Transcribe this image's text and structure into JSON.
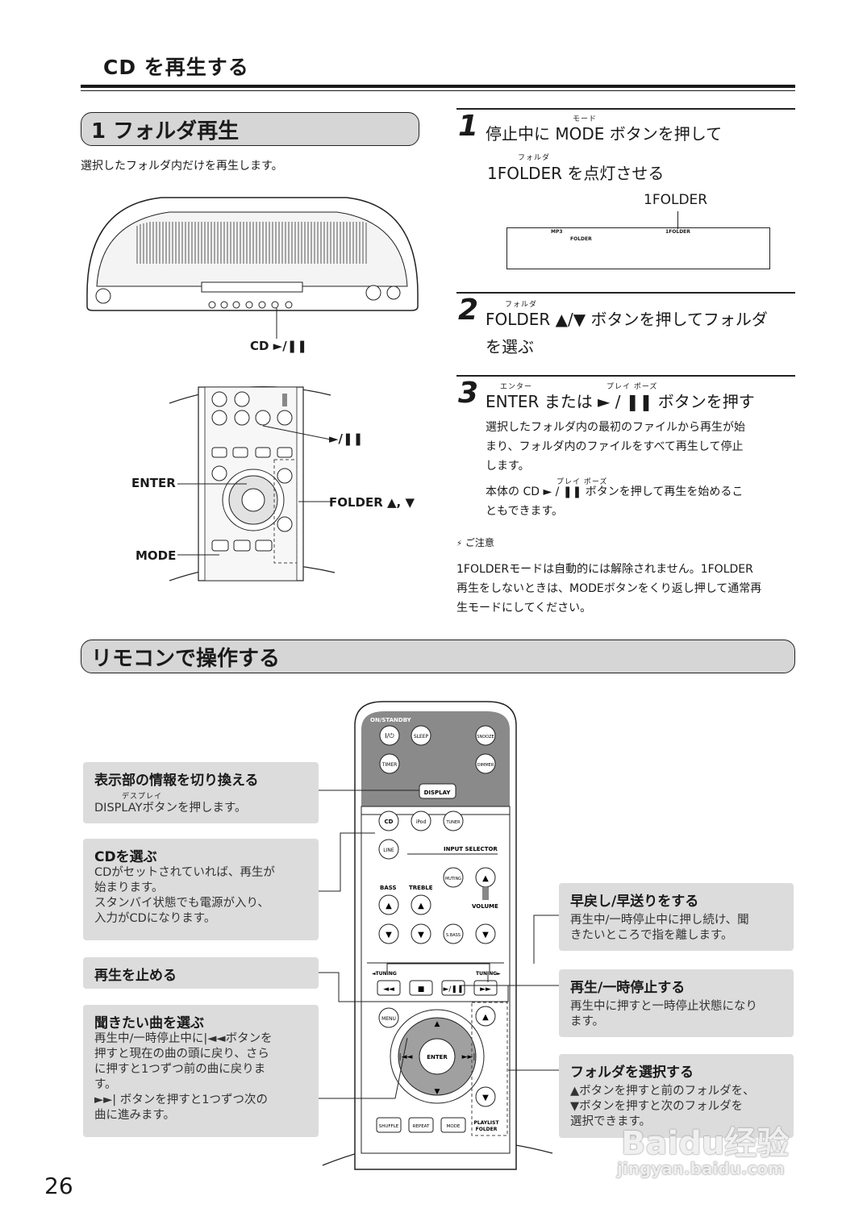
{
  "header": {
    "title": "CD を再生する"
  },
  "section1": {
    "title": "1 フォルダ再生",
    "intro": "選択したフォルダ内だけを再生します。",
    "unit_label": "CD ►/❚❚",
    "remote_labels": {
      "play": "►/❚❚",
      "enter": "ENTER",
      "folder": "FOLDER ▲, ▼",
      "mode": "MODE"
    }
  },
  "steps": [
    {
      "num": "1",
      "ruby1": "モード",
      "line1": "停止中に MODE ボタンを押して",
      "ruby2": "フォルダ",
      "line2": "1FOLDER を点灯させる",
      "display_callout": "1FOLDER",
      "display_mp3": "MP3",
      "display_folder": "FOLDER",
      "display_1folder": "1FOLDER"
    },
    {
      "num": "2",
      "ruby": "フォルダ",
      "line1": "FOLDER ▲/▼ ボタンを押してフォルダ",
      "line2": "を選ぶ"
    },
    {
      "num": "3",
      "ruby_enter": "エンター",
      "ruby_play": "プレイ ポーズ",
      "line1": "ENTER または ► / ❚❚ ボタンを押す",
      "para1_l1": "選択したフォルダ内の最初のファイルから再生が始",
      "para1_l2": "まり、フォルダ内のファイルをすべて再生して停止",
      "para1_l3": "します。",
      "ruby_play2": "プレイ ポーズ",
      "para2_l1": "本体の CD ► / ❚❚ ボタンを押して再生を始めるこ",
      "para2_l2": "ともできます。"
    }
  ],
  "note": {
    "label": "ご注意",
    "l1": "1FOLDERモードは自動的には解除されません。1FOLDER",
    "l2": "再生をしないときは、MODEボタンをくり返し押して通常再",
    "l3": "生モードにしてください。"
  },
  "section2": {
    "title": "リモコンで操作する"
  },
  "callouts": {
    "display": {
      "title": "表示部の情報を切り換える",
      "ruby": "デスプレイ",
      "text": "DISPLAYボタンを押します。"
    },
    "cd": {
      "title": "CDを選ぶ",
      "l1": "CDがセットされていれば、再生が",
      "l2": "始まります。",
      "l3": "スタンバイ状態でも電源が入り、",
      "l4": "入力がCDになります。"
    },
    "stop": {
      "title": "再生を止める"
    },
    "select": {
      "title": "聞きたい曲を選ぶ",
      "l1": "再生中/一時停止中に|◄◄ボタンを",
      "l2": "押すと現在の曲の頭に戻り、さら",
      "l3": "に押すと1つずつ前の曲に戻りま",
      "l4": "す。",
      "l5": "►►| ボタンを押すと1つずつ次の",
      "l6": "曲に進みます。"
    },
    "ff": {
      "title": "早戻し/早送りをする",
      "l1": "再生中/一時停止中に押し続け、聞",
      "l2": "きたいところで指を離します。"
    },
    "play": {
      "title": "再生/一時停止する",
      "l1": "再生中に押すと一時停止状態になり",
      "l2": "ます。"
    },
    "folder": {
      "title": "フォルダを選択する",
      "l1": "▲ボタンを押すと前のフォルダを、",
      "l2": "▼ボタンを押すと次のフォルダを",
      "l3": "選択できます。"
    }
  },
  "remote": {
    "on_standby": "ON/STANDBY",
    "power": "I/⏻",
    "sleep": "SLEEP",
    "snooze": "SNOOZE",
    "timer": "TIMER",
    "dimmer": "DIMMER",
    "display": "DISPLAY",
    "cd": "CD",
    "ipod": "iPod",
    "tuner": "TUNER",
    "line": "LINE",
    "input_selector": "INPUT SELECTOR",
    "muting": "MUTING",
    "bass": "BASS",
    "treble": "TREBLE",
    "volume": "VOLUME",
    "sbass": "S.BASS",
    "tuning_left": "◄TUNING",
    "tuning_right": "TUNING►",
    "menu": "MENU",
    "enter": "ENTER",
    "shuffle": "SHUFFLE",
    "repeat": "REPEAT",
    "mode": "MODE",
    "playlist": "PLAYLIST",
    "folder": "FOLDER"
  },
  "page_number": "26",
  "watermark": {
    "main": "Baidu经验",
    "url": "jingyan.baidu.com"
  }
}
